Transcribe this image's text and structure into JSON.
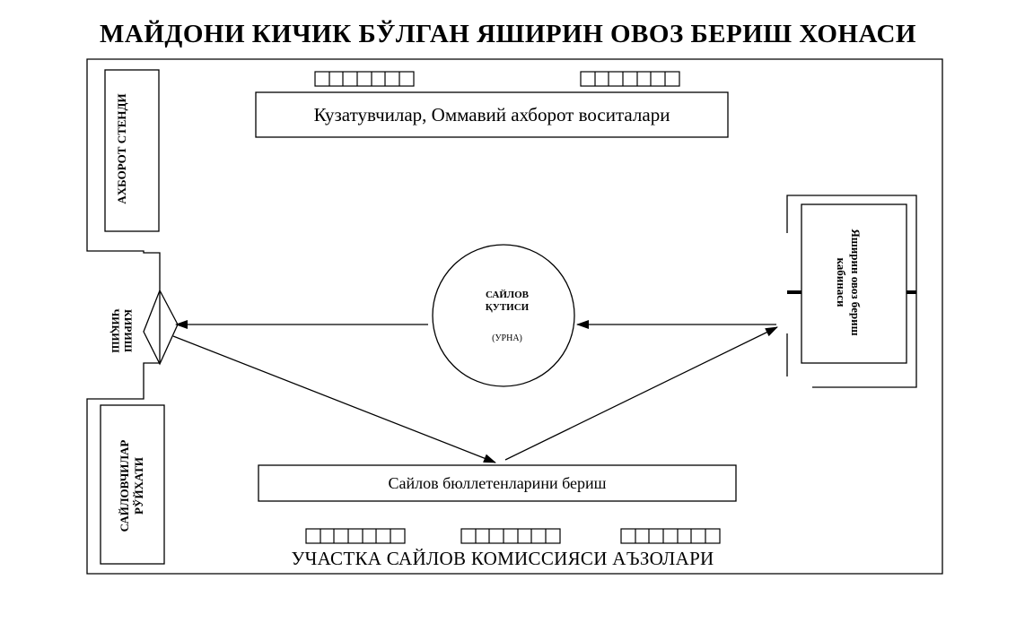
{
  "title": "МАЙДОНИ КИЧИК БЎЛГАН ЯШИРИН ОВОЗ БЕРИШ ХОНАСИ",
  "info_stand": "АХБОРОТ СТЕНДИ",
  "voters_list": {
    "line1": "САЙЛОВЧИЛАР",
    "line2": "РЎЙХАТИ"
  },
  "entry_exit": {
    "line1": "КИРИШ",
    "line2": "ЧИҚИШ"
  },
  "observers": "Кузатувчилар, Оммавий ахборот воситалари",
  "ballot_box": {
    "line1": "САЙЛОВ",
    "line2": "ҚУТИСИ",
    "sub": "(УРНА)"
  },
  "booth": {
    "line1": "Яширин овоз бериш",
    "line2": "кабинаси"
  },
  "ballot_issue": "Сайлов бюллетенларини бериш",
  "commission": "УЧАСТКА САЙЛОВ КОМИССИЯСИ АЪЗОЛАРИ"
}
